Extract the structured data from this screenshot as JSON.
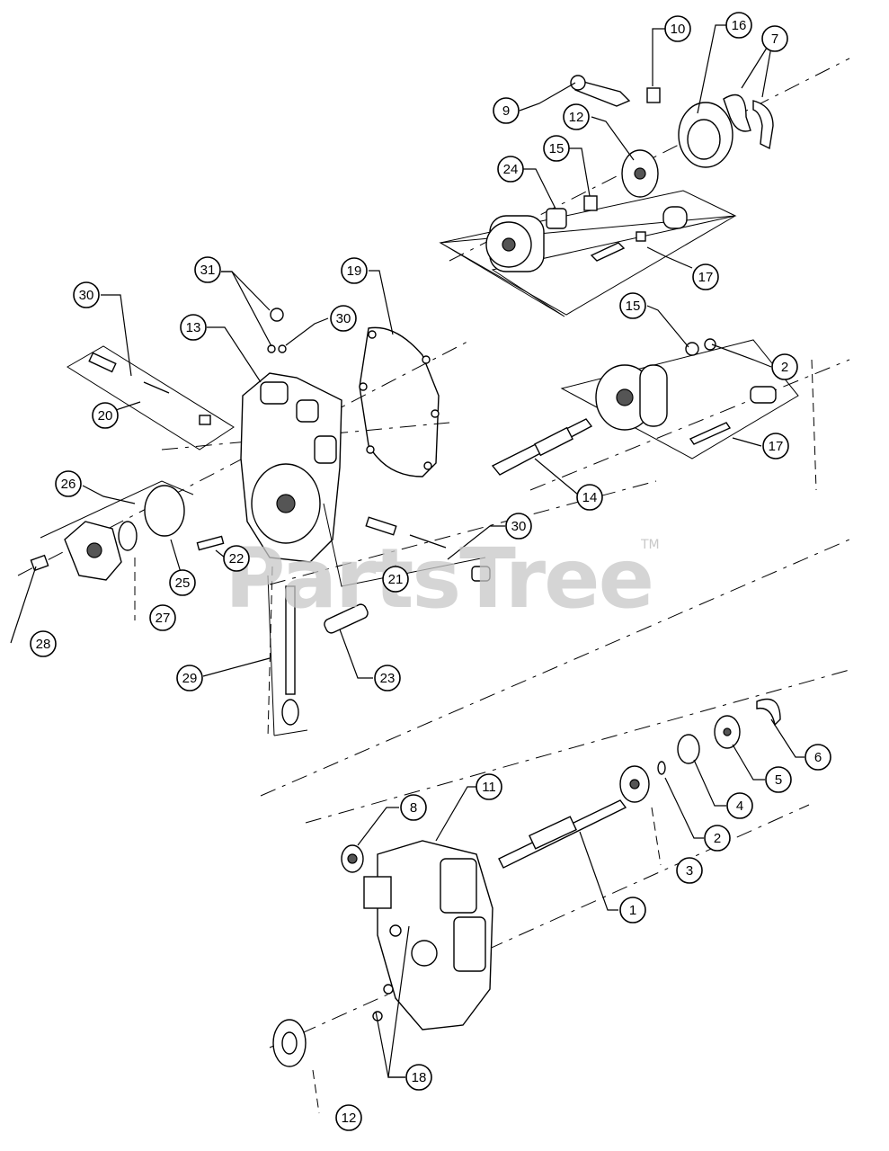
{
  "watermark": {
    "text": "PartsTree",
    "tm": "TM"
  },
  "callouts": [
    "10",
    "16",
    "7",
    "9",
    "12",
    "15",
    "24",
    "17",
    "31",
    "19",
    "30",
    "13",
    "30",
    "15",
    "2",
    "20",
    "17",
    "14",
    "26",
    "22",
    "30",
    "21",
    "25",
    "27",
    "28",
    "23",
    "29",
    "6",
    "5",
    "4",
    "8",
    "11",
    "2",
    "3",
    "1",
    "18",
    "12"
  ]
}
